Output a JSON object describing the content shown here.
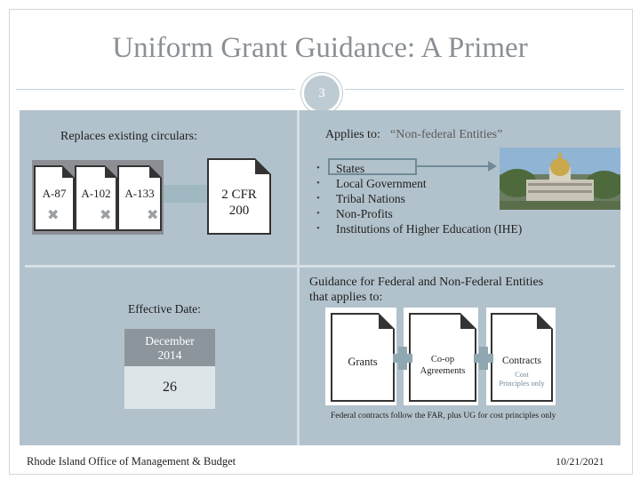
{
  "title": "Uniform Grant Guidance: A Primer",
  "slide_number": "3",
  "left_top": {
    "heading": "Replaces existing circulars:",
    "circulars": [
      "A-87",
      "A-102",
      "A-133"
    ],
    "replacement": {
      "line1": "2 CFR",
      "line2": "200"
    }
  },
  "right_top": {
    "heading": "Applies to:",
    "quote": "“Non-federal Entities”",
    "entities": [
      "States",
      "Local Government",
      "Tribal Nations",
      "Non-Profits",
      "Institutions of Higher Education (IHE)"
    ]
  },
  "left_bottom": {
    "heading": "Effective Date:",
    "month_year": {
      "line1": "December",
      "line2": "2014"
    },
    "day": "26"
  },
  "right_bottom": {
    "heading_line1": "Guidance for Federal and Non-Federal Entities",
    "heading_line2": "that applies to:",
    "items": {
      "grants": "Grants",
      "coop_line1": "Co-op",
      "coop_line2": "Agreements",
      "contracts": "Contracts",
      "cost_line1": "Cost",
      "cost_line2": "Principles only"
    },
    "note": "Federal contracts follow the FAR, plus UG for cost principles only"
  },
  "footer": {
    "organization": "Rhode Island Office of Management & Budget",
    "date": "10/21/2021"
  },
  "colors": {
    "panel": "#b2c2cc",
    "divider": "#d6dfe5",
    "title": "#8a9095",
    "date_header": "#8b959b",
    "date_body": "#dde5e9",
    "accent_arrow": "#9fb8c1"
  }
}
